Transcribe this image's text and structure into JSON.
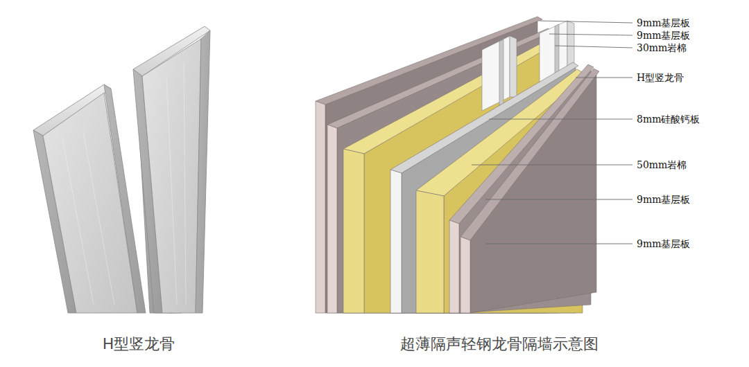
{
  "diagram": {
    "labels": [
      "9mm基层板",
      "9mm基层板",
      "30mm岩棉",
      "H型竖龙骨",
      "8mm硅酸钙板",
      "50mm岩棉",
      "9mm基层板",
      "9mm基层板",
      "H型竖龙骨",
      "超薄隔声轻钢龙骨隔墙示意图"
    ]
  }
}
